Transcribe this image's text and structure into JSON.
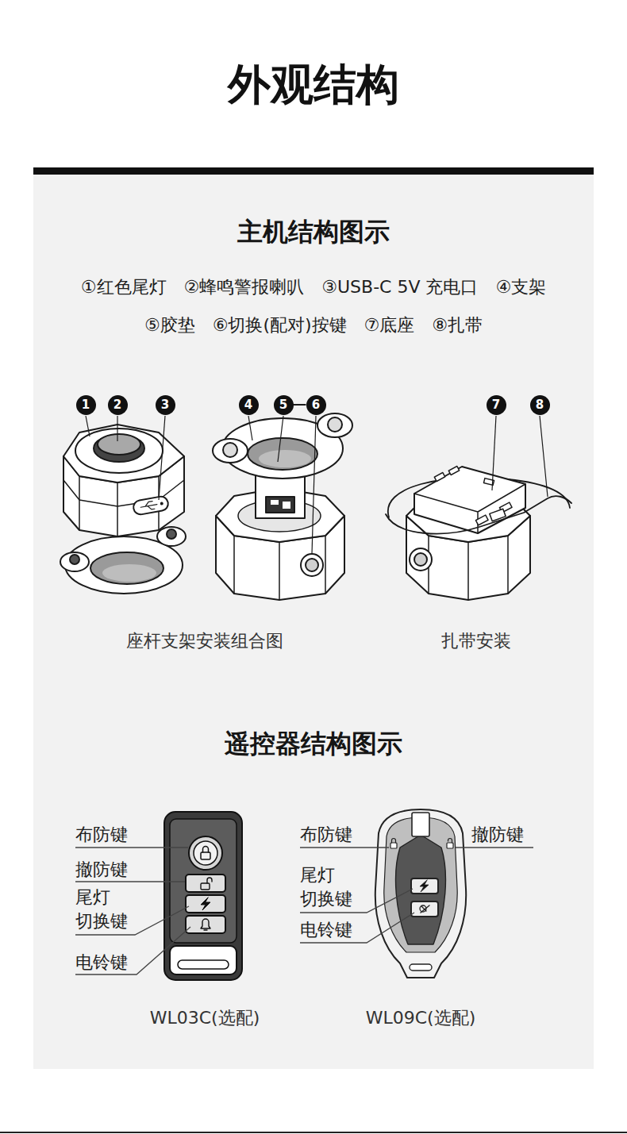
{
  "diagram": {
    "title": "外观结构",
    "nodes": [
      {
        "text": [
          "1"
        ]
      },
      {
        "text": [
          "2"
        ]
      },
      {
        "text": [
          "3"
        ]
      },
      {
        "text": [
          "4"
        ]
      },
      {
        "text": [
          "5"
        ]
      },
      {
        "text": [
          "6"
        ]
      },
      {
        "text": [
          "7"
        ]
      },
      {
        "text": [
          "8"
        ]
      }
    ],
    "edges": [
      {
        "from": 4,
        "to": 5,
        "arrow": "none"
      }
    ],
    "labels": [
      "主机结构图示",
      "①红色尾灯",
      "②蜂鸣警报喇叭",
      "③USB-C 5V 充电口",
      "④支架",
      "⑤胶垫",
      "⑥切换(配对)按键",
      "⑦底座",
      "⑧扎带",
      "座杆支架安装组合图",
      "扎带安装",
      "遥控器结构图示",
      "布防键",
      "撤防键",
      "尾灯 切换键",
      "电铃键",
      "布防键",
      "撤防键",
      "尾灯 切换键",
      "电铃键",
      "WL03C(选配)",
      "WL09C(选配)"
    ]
  }
}
